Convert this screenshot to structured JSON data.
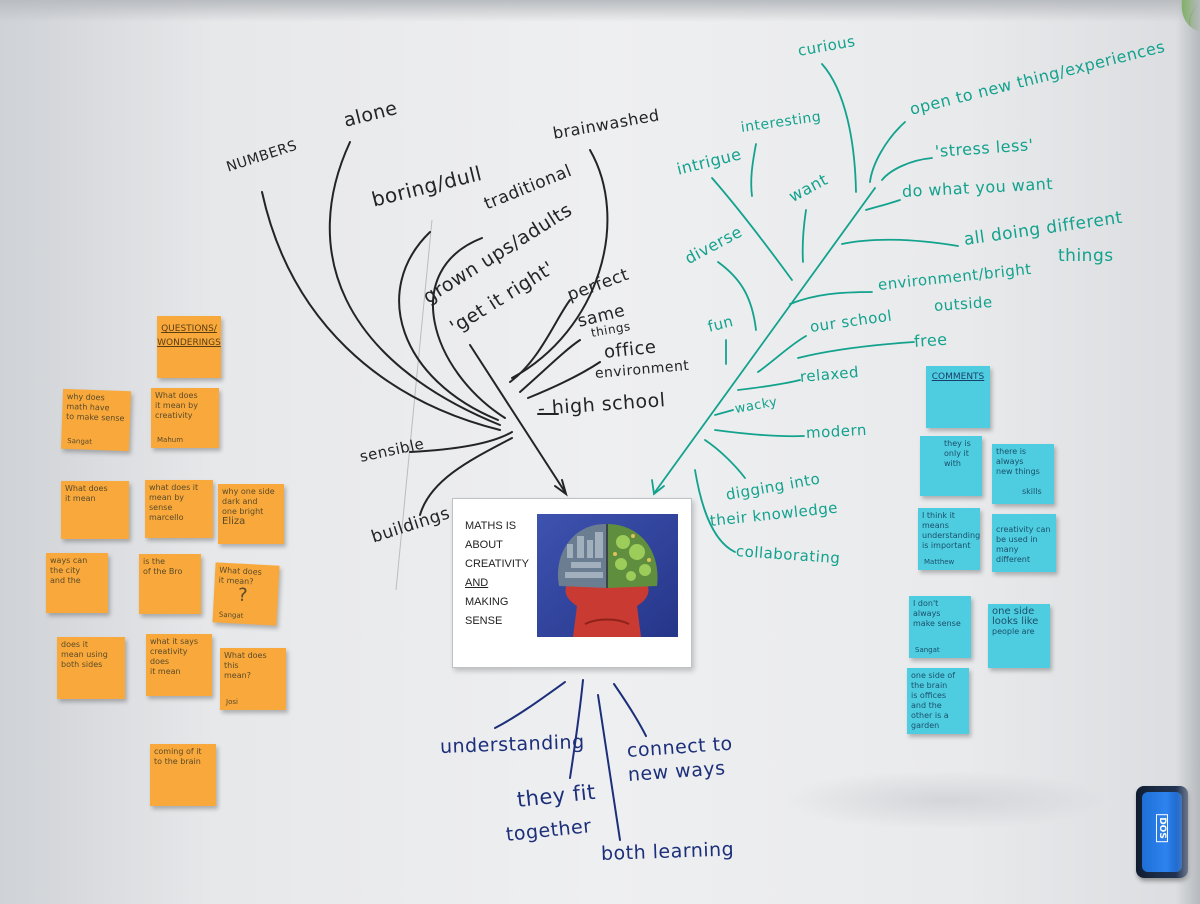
{
  "colors": {
    "marker_black": "#222427",
    "marker_teal": "#12a28d",
    "marker_navy": "#1c2f7a",
    "sticky_orange": "#f9a93b",
    "sticky_cyan": "#4fcde0"
  },
  "centre_card": {
    "lines": [
      "MATHS IS",
      "ABOUT",
      "CREATIVITY",
      "AND",
      "MAKING",
      "SENSE"
    ],
    "image_icon": "brain-poster-illustration"
  },
  "black_words": {
    "numbers": "NUMBERS",
    "alone": "alone",
    "brainwashed": "brainwashed",
    "boring_dull": "boring/dull",
    "traditional": "traditional",
    "grown_ups_adults": "grown ups/adults",
    "get_it_right": "'get it right'",
    "perfect": "perfect",
    "same": "same",
    "things": "things",
    "office": "office",
    "environment": "environment",
    "high_school": "- high school",
    "sensible": "sensible",
    "buildings": "buildings"
  },
  "teal_words": {
    "curious": "curious",
    "open_to_new": "open to new thing/experiences",
    "interesting": "interesting",
    "intrigue": "intrigue",
    "stress_less": "'stress less'",
    "want": "want",
    "do_what_you_want": "do what you want",
    "diverse": "diverse",
    "all_doing_different": "all doing different",
    "things": "things",
    "environment_bright": "environment/bright",
    "outside": "outside",
    "our_school": "our school",
    "fun": "fun",
    "free": "free",
    "relaxed": "relaxed",
    "wacky": "wacky",
    "modern": "modern",
    "digging_into": "digging into",
    "their_knowledge": "their knowledge",
    "collaborating": "collaborating"
  },
  "navy_words": {
    "understanding": "understanding",
    "connect_to": "connect to",
    "new_ways": "new ways",
    "they_fit": "they fit",
    "together": "together",
    "both_learning": "both learning"
  },
  "orange_notes": {
    "header_line1": "QUESTIONS/",
    "header_line2": "WONDERINGS",
    "note1_line1": "why does",
    "note1_line2": "math have",
    "note1_line3": "to make sense",
    "note1_sign": "Sangat",
    "note2_line1": "What does",
    "note2_line2": "it mean by",
    "note2_line3": "creativity",
    "note2_sign": "Mahum",
    "note3_line1": "What does",
    "note3_line2": "it mean",
    "note4_line1": "what does it",
    "note4_line2": "mean by sense",
    "note4_sign": "marcello",
    "note5_line1": "why one side",
    "note5_line2": "dark and",
    "note5_line3": "one bright",
    "note5_sign": "Eliza",
    "note6_line1": "ways can",
    "note6_line2": "the city",
    "note6_line3": "and the",
    "note7_line1": "is the",
    "note7_line2": "of the Bro",
    "note8_line1": "What does",
    "note8_line2": "it mean?",
    "note8_glyph": "?",
    "note8_sign": "Sangat",
    "note9_line1": "does it",
    "note9_line2": "mean using",
    "note9_line3": "both sides",
    "note10_line1": "what it says",
    "note10_line2": "creativity does",
    "note10_line3": "it mean",
    "note11_line1": "What does this",
    "note11_line2": "mean?",
    "note11_sign": "Josi",
    "note12_line1": "coming of it",
    "note12_line2": "to the brain"
  },
  "cyan_notes": {
    "header": "COMMENTS",
    "note1_line1": "they is",
    "note1_line2": "only it",
    "note1_line3": "with",
    "note2_line1": "there is always",
    "note2_line2": "new things",
    "note2_line3": "skills",
    "note3_line1": "I think it",
    "note3_line2": "means understanding",
    "note3_line3": "is important",
    "note3_sign": "Matthew",
    "note4_line1": "creativity can",
    "note4_line2": "be used in",
    "note4_line3": "many different",
    "note5_line1": "I don't always",
    "note5_line2": "make sense",
    "note5_sign": "Sangat",
    "note6_line1": "one side",
    "note6_line2": "looks like",
    "note6_line3": "people are",
    "note7_line1": "one side of",
    "note7_line2": "the brain",
    "note7_line3": "is offices",
    "note7_line4": "and the",
    "note7_line5": "other is a",
    "note7_line6": "garden"
  },
  "eraser": {
    "logo": "DOS"
  }
}
